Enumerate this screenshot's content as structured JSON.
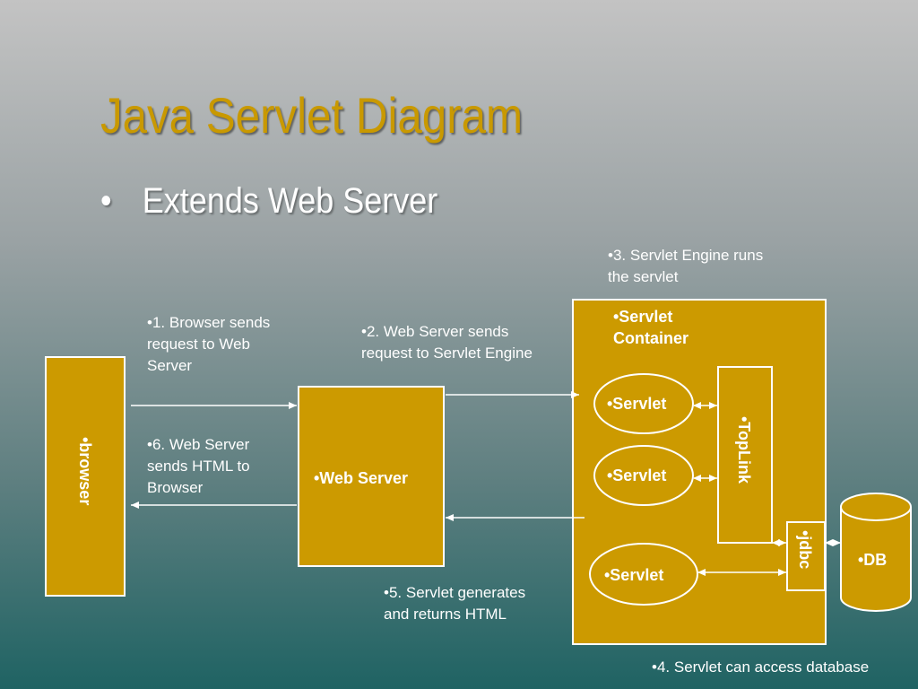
{
  "title": "Java Servlet Diagram",
  "bullet": {
    "marker": "•",
    "text": "Extends Web Server"
  },
  "nodes": {
    "browser": "•browser",
    "web_server": "•Web Server",
    "servlet_container_line1": "•Servlet",
    "servlet_container_line2": "Container",
    "servlet_1": "•Servlet",
    "servlet_2": "•Servlet",
    "servlet_3": "•Servlet",
    "toplink": "•TopLink",
    "jdbc": "•jdbc",
    "db": "•DB"
  },
  "steps": {
    "step1": [
      "•1. Browser sends",
      "request to Web",
      "Server"
    ],
    "step2": [
      "•2. Web Server sends",
      "request to Servlet Engine"
    ],
    "step3": [
      "•3. Servlet Engine runs",
      "the servlet"
    ],
    "step4": "•4. Servlet can access database",
    "step5": [
      "•5. Servlet generates",
      "and returns HTML"
    ],
    "step6": [
      "•6. Web Server",
      "sends HTML to",
      "Browser"
    ]
  },
  "colors": {
    "box_fill": "#cc9a00",
    "title": "#c99900",
    "line": "#ffffff"
  }
}
